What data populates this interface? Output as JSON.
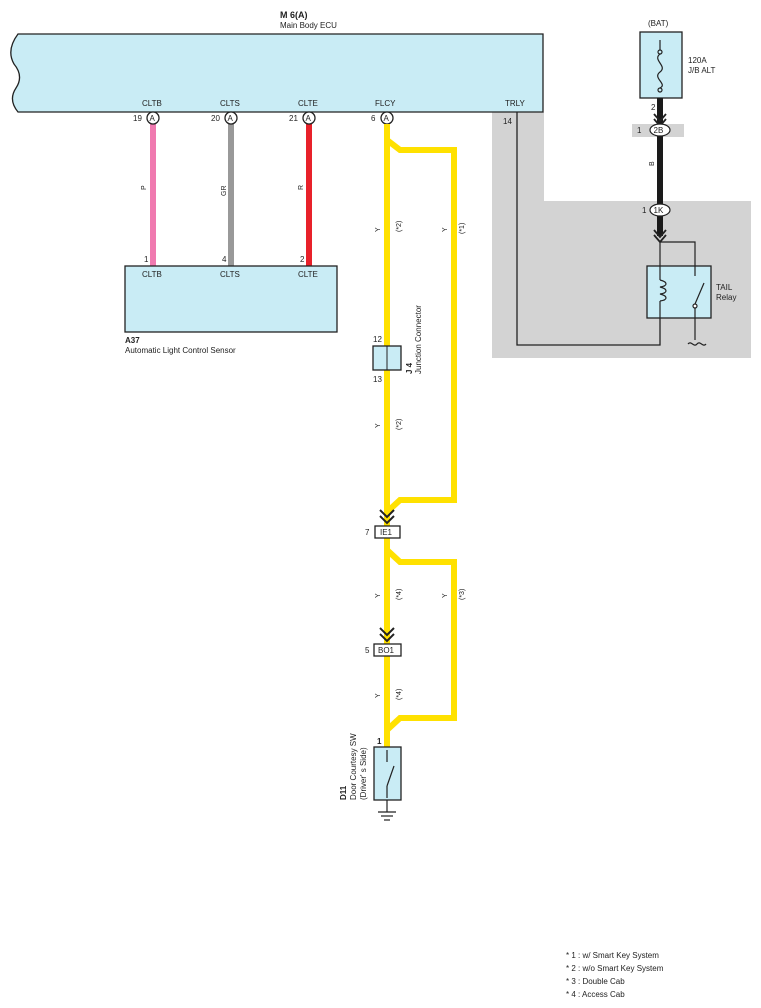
{
  "ecu": {
    "id": "M 6(A)",
    "name": "Main Body ECU",
    "pins": [
      {
        "name": "CLTB",
        "num": "19",
        "conn": "A"
      },
      {
        "name": "CLTS",
        "num": "20",
        "conn": "A"
      },
      {
        "name": "CLTE",
        "num": "21",
        "conn": "A"
      },
      {
        "name": "FLCY",
        "num": "6",
        "conn": "A"
      },
      {
        "name": "TRLY",
        "num": "14"
      }
    ]
  },
  "sensor": {
    "id": "A37",
    "name": "Automatic Light Control Sensor",
    "pins": [
      {
        "name": "CLTB",
        "num": "1"
      },
      {
        "name": "CLTS",
        "num": "4"
      },
      {
        "name": "CLTE",
        "num": "2"
      }
    ]
  },
  "wires": {
    "cltb": {
      "color_code": "P",
      "hex": "#f07ab0"
    },
    "clts": {
      "color_code": "GR",
      "hex": "#999999"
    },
    "clte": {
      "color_code": "R",
      "hex": "#e8212a"
    },
    "yellow": {
      "color_code": "Y",
      "hex": "#ffe100"
    },
    "black": {
      "color_code": "B",
      "hex": "#1a1a1a"
    }
  },
  "junction": {
    "id": "J 4",
    "name": "Junction Connector",
    "pin_top": "12",
    "pin_bottom": "13"
  },
  "connectors": {
    "ie1": {
      "label": "IE1",
      "pin": "7"
    },
    "bo1": {
      "label": "BO1",
      "pin": "5"
    },
    "c2b": {
      "label": "2B",
      "pin": "1"
    },
    "c1k": {
      "label": "1K",
      "pin": "1"
    }
  },
  "notes": {
    "n1": "(*1)",
    "n2": "(*2)",
    "n3": "(*3)",
    "n4": "(*4)"
  },
  "door_sw": {
    "id": "D11",
    "name": "Door Courtesy SW",
    "side": "(Driver' s Side)",
    "pin": "1"
  },
  "battery": {
    "label": "(BAT)",
    "fuse_rating": "120A",
    "fuse_name": "J/B ALT",
    "pin": "2"
  },
  "relay": {
    "name": "TAIL",
    "sub": "Relay"
  },
  "legend": [
    "* 1 : w/ Smart Key System",
    "* 2 : w/o Smart Key System",
    "* 3 : Double Cab",
    "* 4 : Access Cab"
  ],
  "colors": {
    "ecu_fill": "#c9ecf5",
    "shade": "#d3d3d3",
    "border": "#222222"
  }
}
